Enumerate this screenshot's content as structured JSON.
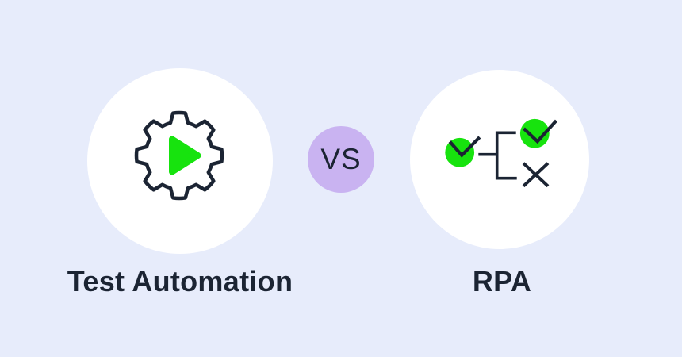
{
  "comparison": {
    "left": {
      "label": "Test Automation",
      "icon": "gear-play-icon"
    },
    "vs_label": "VS",
    "right": {
      "label": "RPA",
      "icon": "decision-tree-checks-icon"
    }
  },
  "colors": {
    "background": "#e7ecfb",
    "circle": "#ffffff",
    "vs_bg": "#c9b3f1",
    "navy": "#1b2433",
    "green": "#17e30e"
  }
}
